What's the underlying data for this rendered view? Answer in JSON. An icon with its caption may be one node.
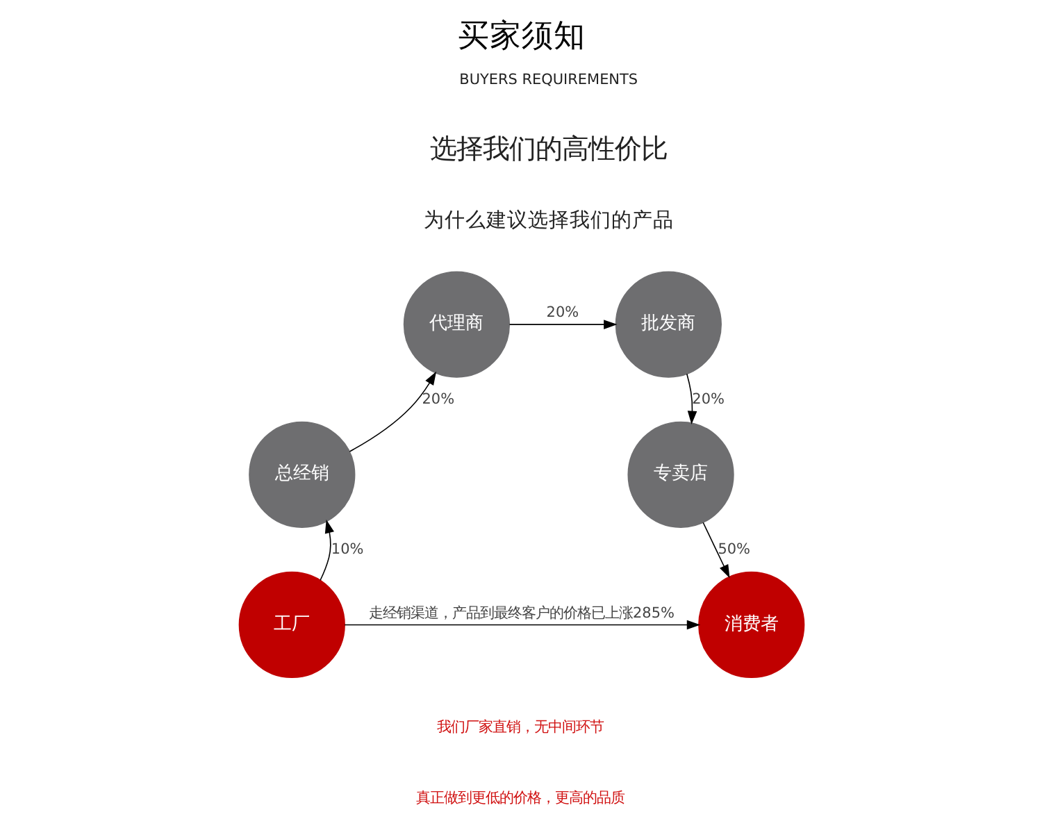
{
  "diagram": {
    "title": "买家须知",
    "nodes": [
      {
        "text": [
          "工厂"
        ]
      },
      {
        "text": [
          "总经销"
        ]
      },
      {
        "text": [
          "代理商"
        ]
      },
      {
        "text": [
          "批发商"
        ]
      },
      {
        "text": [
          "专卖店"
        ]
      },
      {
        "text": [
          "消费者"
        ]
      }
    ],
    "edges": [
      {
        "from": 0,
        "to": 1,
        "arrow": "to",
        "label": "10%"
      },
      {
        "from": 1,
        "to": 2,
        "arrow": "to",
        "label": "20%"
      },
      {
        "from": 2,
        "to": 3,
        "arrow": "to",
        "label": "20%"
      },
      {
        "from": 3,
        "to": 4,
        "arrow": "to",
        "label": "20%"
      },
      {
        "from": 4,
        "to": 5,
        "arrow": "to",
        "label": "50%"
      },
      {
        "from": 0,
        "to": 5,
        "arrow": "to",
        "label": "走经销渠道，产品到最终客户的价格已上涨285%"
      }
    ],
    "labels": [
      "BUYERS REQUIREMENTS",
      "选择我们的高性价比",
      "为什么建议选择我们的产品",
      "我们厂家直销，无中间环节",
      "真正做到更低的价格，更高的品质"
    ]
  }
}
